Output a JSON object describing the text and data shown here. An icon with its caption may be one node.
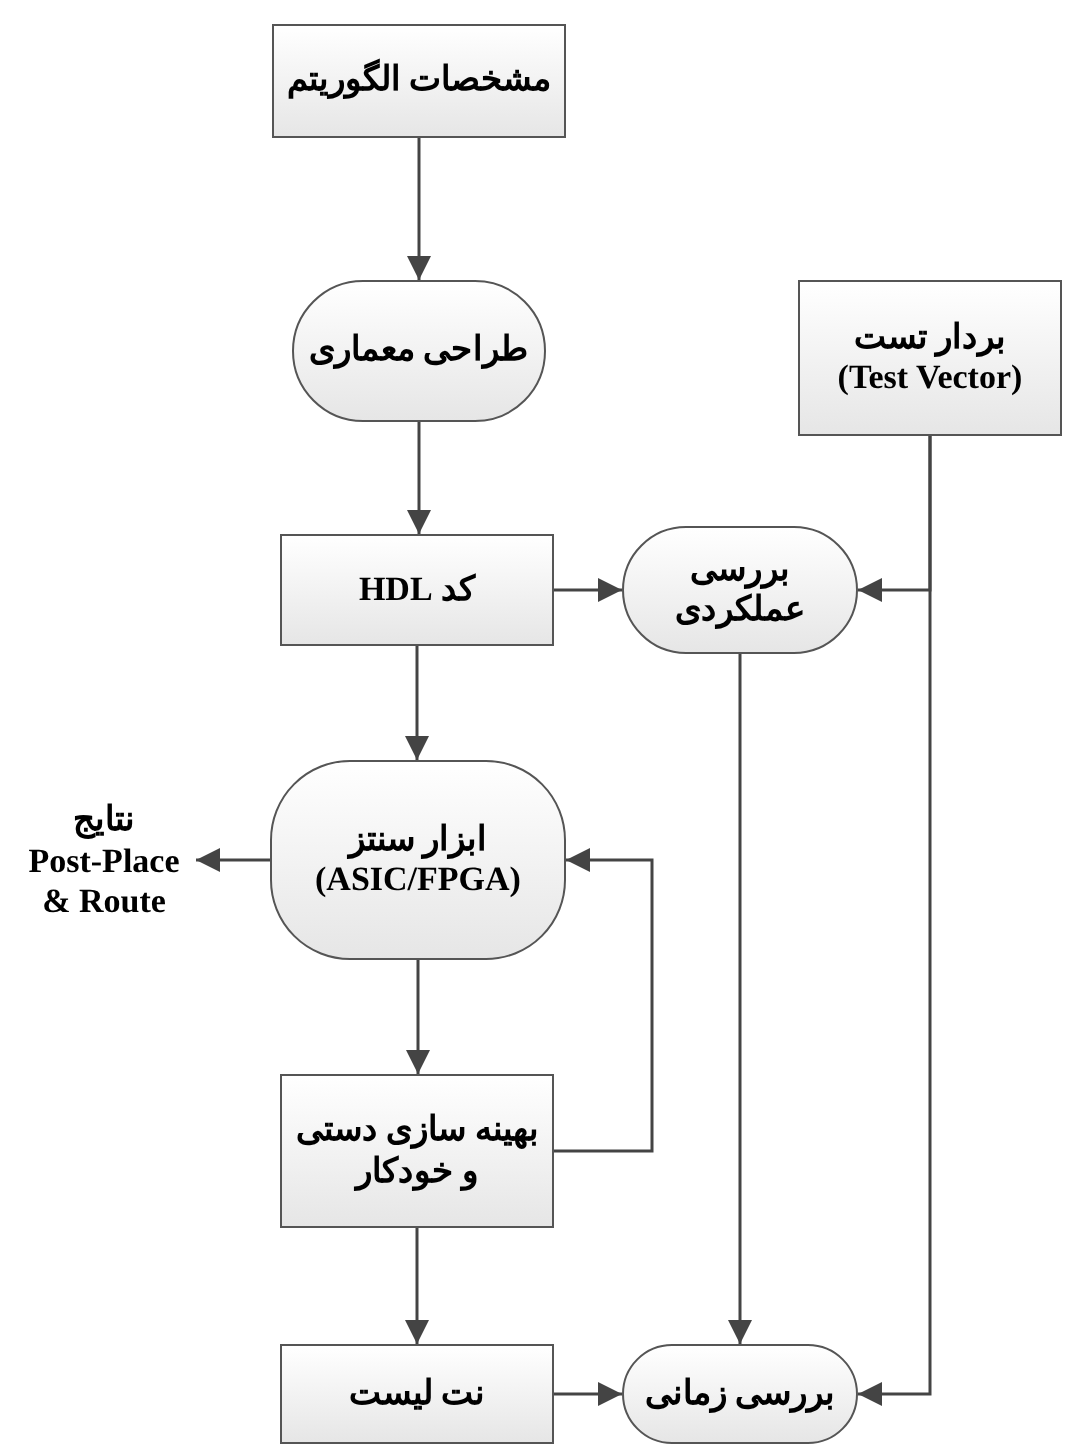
{
  "diagram": {
    "nodes": [
      {
        "text": [
          "مشخصات الگوریتم"
        ]
      },
      {
        "text": [
          "طراحی معماری"
        ]
      },
      {
        "text": [
          "بردار تست",
          "(Test Vector)"
        ]
      },
      {
        "text": [
          "کد HDL"
        ]
      },
      {
        "text": [
          "بررسی عملکردی"
        ]
      },
      {
        "text": [
          "ابزار سنتز",
          "(ASIC/FPGA)"
        ]
      },
      {
        "text": [
          "نتایج",
          "Post-Place & Route"
        ]
      },
      {
        "text": [
          "بهینه سازی دستی و خودکار"
        ]
      },
      {
        "text": [
          "نت لیست"
        ]
      },
      {
        "text": [
          "بررسی زمانی"
        ]
      }
    ],
    "edges": [
      {
        "from": 0,
        "to": 1,
        "arrow": "to"
      },
      {
        "from": 1,
        "to": 3,
        "arrow": "to"
      },
      {
        "from": 3,
        "to": 4,
        "arrow": "to"
      },
      {
        "from": 2,
        "to": 4,
        "arrow": "to"
      },
      {
        "from": 3,
        "to": 5,
        "arrow": "to"
      },
      {
        "from": 5,
        "to": 6,
        "arrow": "to"
      },
      {
        "from": 5,
        "to": 7,
        "arrow": "to"
      },
      {
        "from": 7,
        "to": 5,
        "arrow": "to"
      },
      {
        "from": 7,
        "to": 8,
        "arrow": "to"
      },
      {
        "from": 4,
        "to": 9,
        "arrow": "to"
      },
      {
        "from": 8,
        "to": 9,
        "arrow": "to"
      },
      {
        "from": 2,
        "to": 9,
        "arrow": "to"
      }
    ]
  }
}
